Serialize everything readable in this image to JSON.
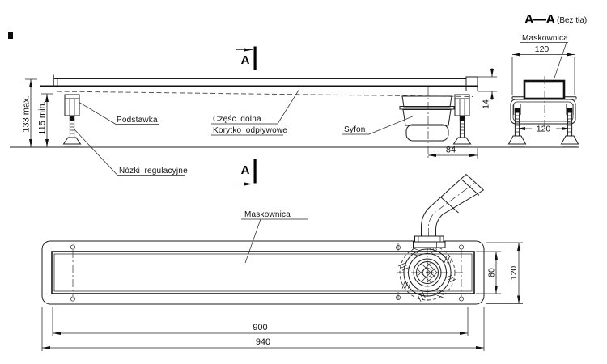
{
  "side_view": {
    "section_mark": "A",
    "dim_133": "133 max.",
    "dim_115": "115 min.",
    "dim_14": "14",
    "dim_84": "84",
    "label_podstawka": "Podstawka",
    "label_czesc_dolna": "Częśc dolna",
    "label_korytko": "Korytko odpływowe",
    "label_syfon": "Syfon",
    "label_nozki": "Nózki regulacyjne"
  },
  "section_view": {
    "title": "A—A",
    "title_note": "(Bez tła)",
    "label_maskownica": "Maskownica",
    "dim_top_120": "120",
    "dim_legs_120": "120"
  },
  "plan_view": {
    "label_maskownica": "Maskownica",
    "dim_900": "900",
    "dim_940": "940",
    "dim_80": "80",
    "dim_120": "120"
  }
}
